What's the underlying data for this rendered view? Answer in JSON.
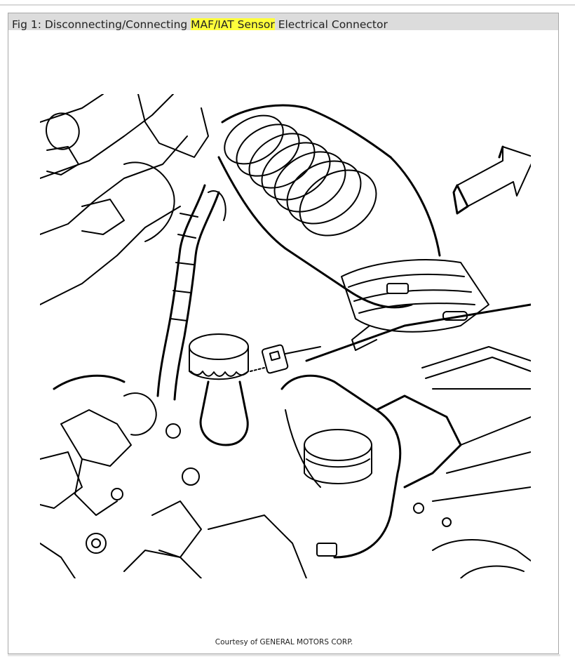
{
  "figure": {
    "title_prefix": "Fig 1: Disconnecting/Connecting ",
    "title_highlight": "MAF/IAT Sensor",
    "title_suffix": " Electrical Connector",
    "highlight_color": "#ffff3b",
    "credit": "Courtesy of GENERAL MOTORS CORP."
  }
}
